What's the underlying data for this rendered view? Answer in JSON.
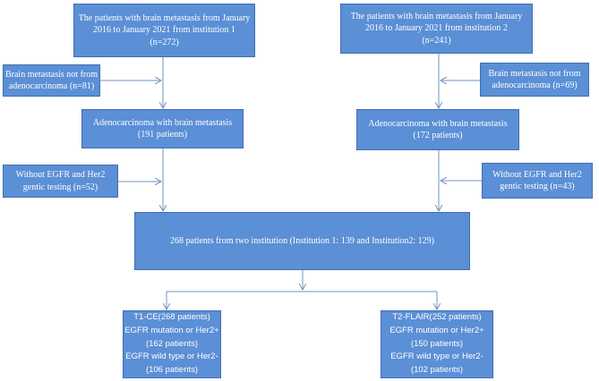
{
  "colors": {
    "box_fill": "#5b8fd6",
    "box_border": "#3f6fb0",
    "text": "#ffffff",
    "arrow": "#7090c0"
  },
  "left": {
    "source": [
      "The patients with brain metastasis from January",
      "2016 to January 2021 from institution 1",
      "(n=272)"
    ],
    "exclude1": [
      "Brain metastasis not from",
      "adenocarcinoma (n=81)"
    ],
    "adeno": [
      "Adenocarcinoma with brain metastasis",
      "(191 patients)"
    ],
    "exclude2": [
      "Without EGFR and Her2",
      "gentic testing (n=52)"
    ]
  },
  "right": {
    "source": [
      "The patients with brain metastasis from January",
      "2016 to January 2021 from institution 2",
      "(n=241)"
    ],
    "exclude1": [
      "Brain metastasis not from",
      "adenocarcinoma (n=69)"
    ],
    "adeno": [
      "Adenocarcinoma with brain metastasis",
      "(172 patients)"
    ],
    "exclude2": [
      "Without EGFR and Her2",
      "gentic testing (n=43)"
    ]
  },
  "combined": "268 patients from two institution (Institution 1: 139 and Institution2: 129)",
  "t1": [
    "T1-CE(268 patients)",
    "EGFR mutation or Her2+",
    "(162 patients)",
    "EGFR wild type or Her2-",
    "(106 patients)"
  ],
  "t2": [
    "T2-FLAIR(252 patients)",
    "EGFR mutation or Her2+",
    "(150 patients)",
    "EGFR wild type or Her2-",
    "(102 patients)"
  ]
}
